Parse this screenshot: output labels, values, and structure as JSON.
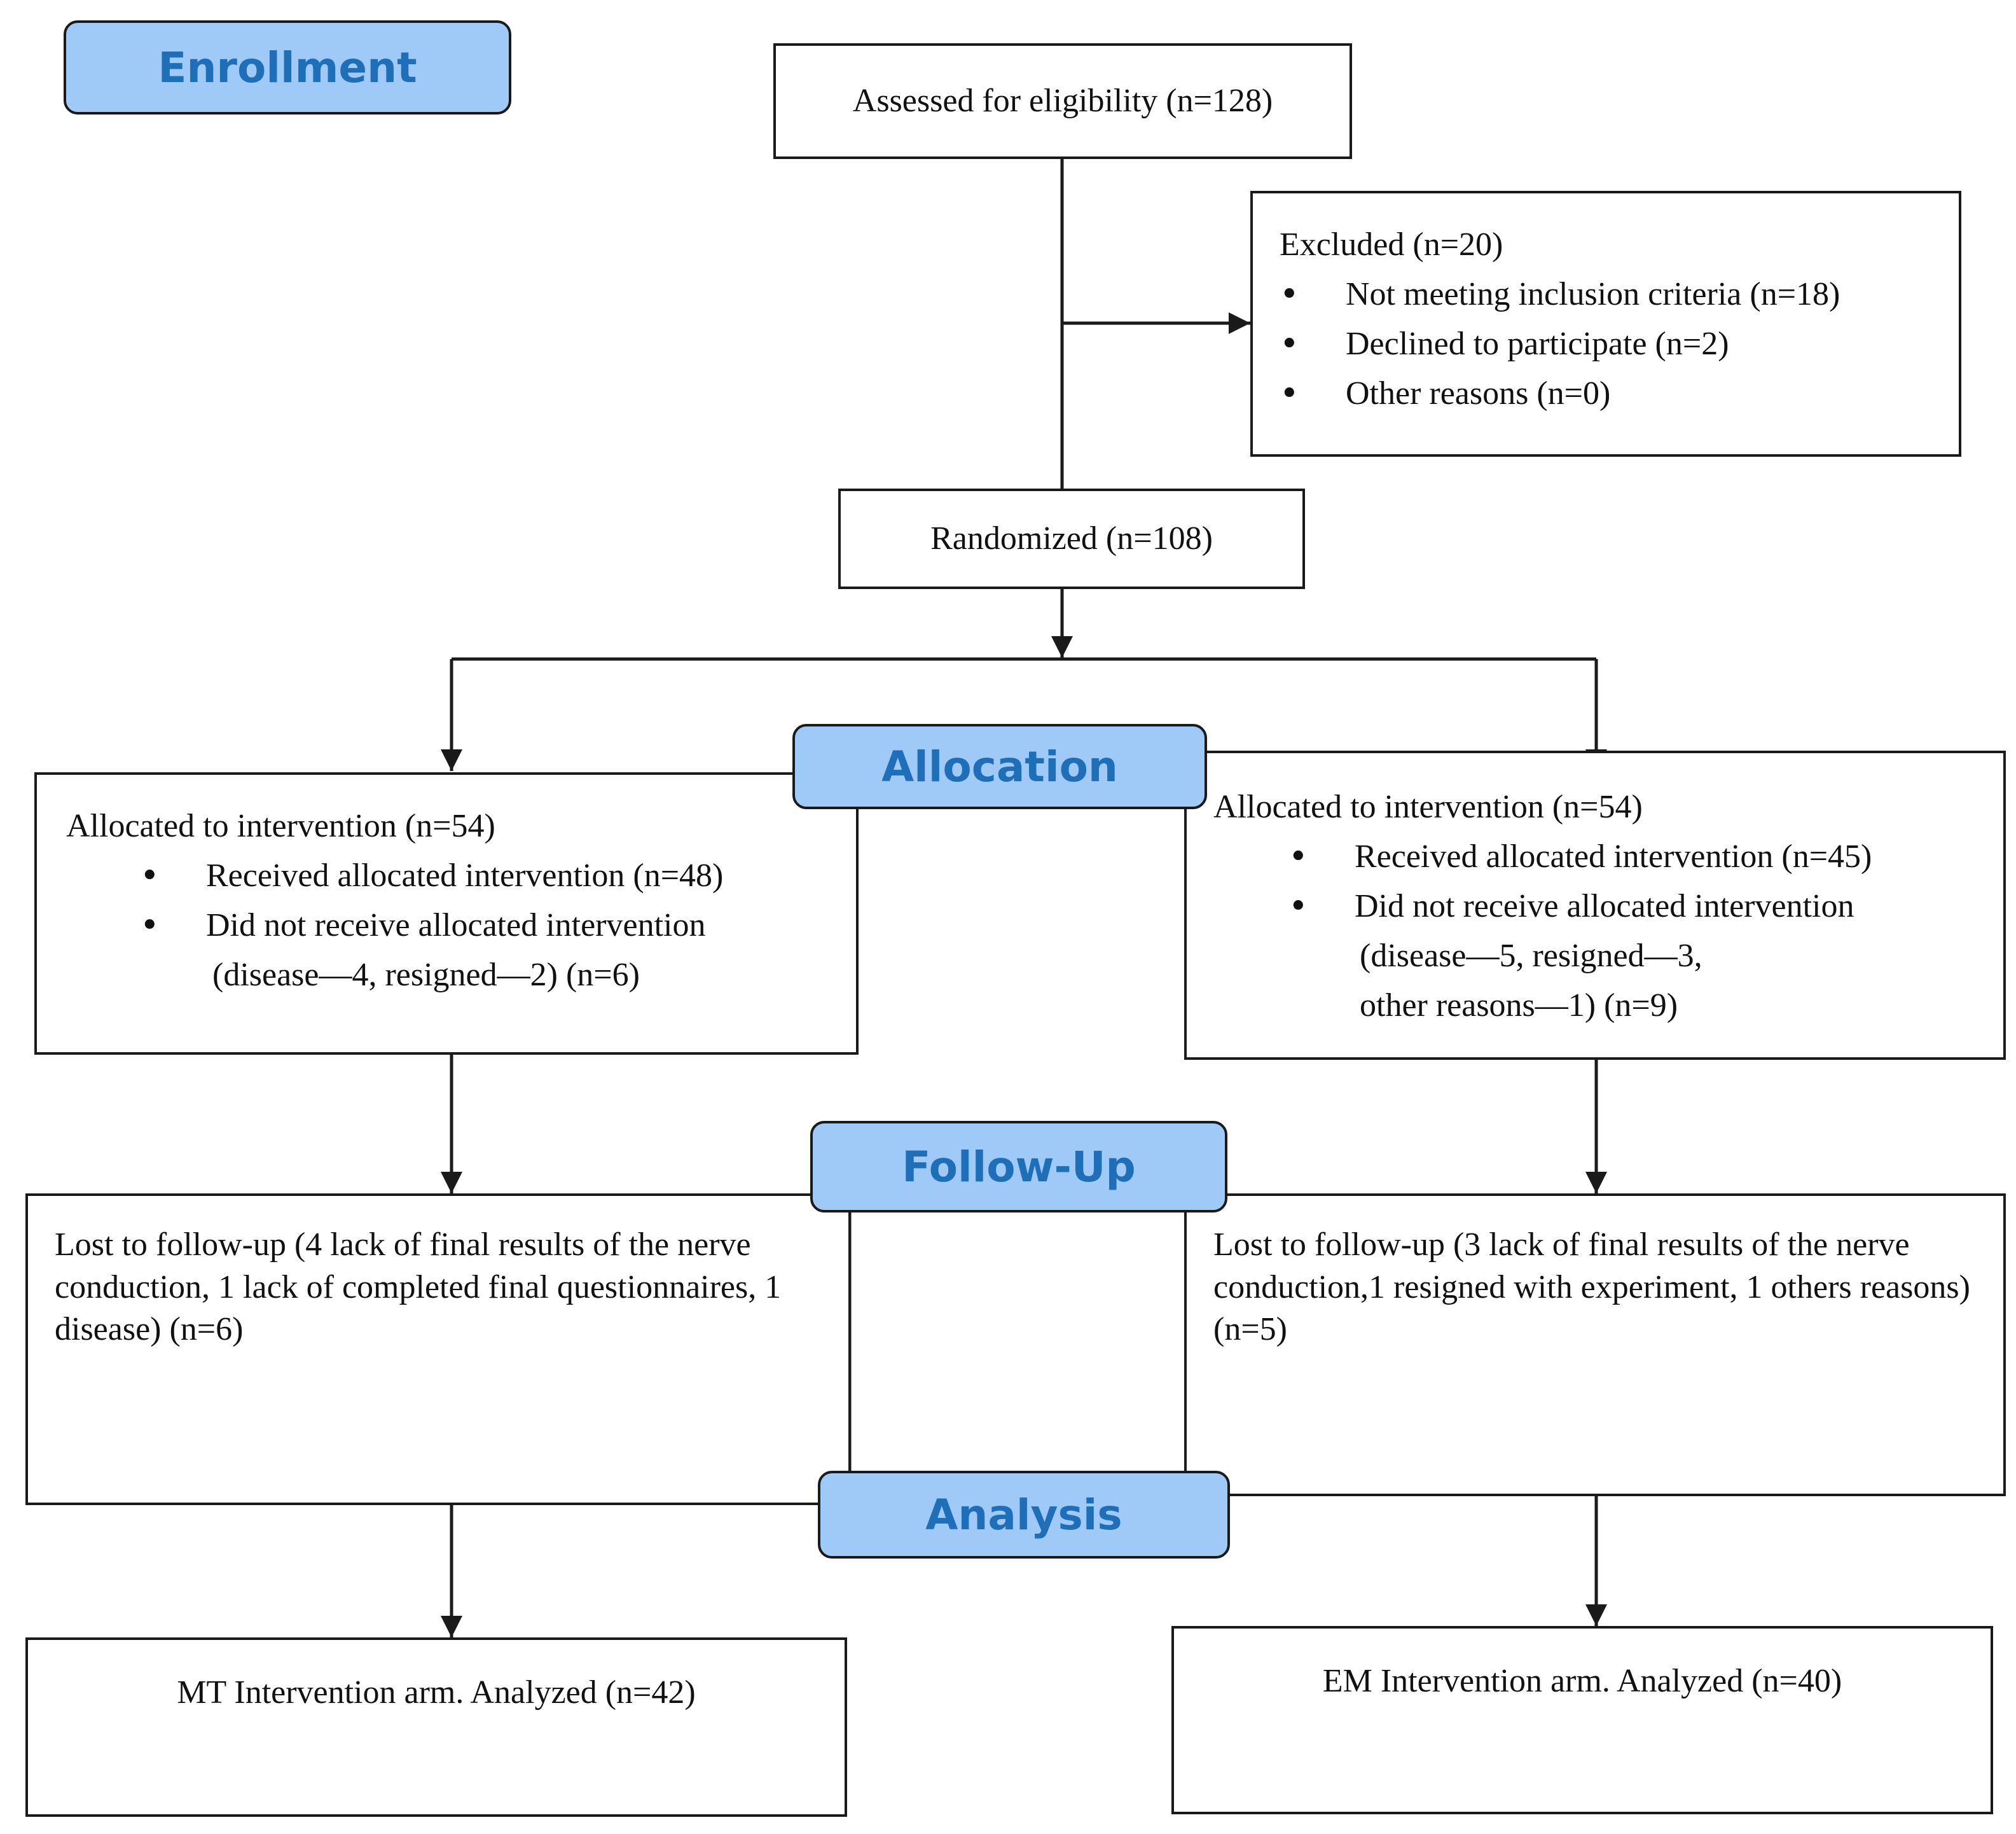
{
  "stages": {
    "enrollment": "Enrollment",
    "allocation": "Allocation",
    "follow_up": "Follow-Up",
    "analysis": "Analysis"
  },
  "assessed": "Assessed for eligibility (n=128)",
  "excluded": {
    "title": "Excluded  (n=20)",
    "items": [
      "Not meeting inclusion criteria (n=18)",
      "Declined to participate (n=2)",
      "Other reasons (n=0)"
    ]
  },
  "randomized": "Randomized (n=108)",
  "allocation_left": {
    "title": "Allocated to intervention (n=54)",
    "items": [
      "Received allocated intervention (n=48)",
      "Did not receive allocated intervention"
    ],
    "note": "(disease—4, resigned—2) (n=6)"
  },
  "allocation_right": {
    "title": "Allocated to intervention (n=54)",
    "items": [
      "Received allocated intervention (n=45)",
      "Did not receive allocated intervention"
    ],
    "note_line1": "(disease—5, resigned—3,",
    "note_line2": "other reasons—1) (n=9)"
  },
  "followup_left": "Lost to follow-up (4 lack of final results of the nerve conduction, 1 lack of completed final questionnaires, 1 disease) (n=6)",
  "followup_right": "Lost to follow-up (3 lack of final results of the nerve conduction,1 resigned with experiment, 1 others reasons) (n=5)",
  "analysis_left": "MT Intervention arm. Analyzed  (n=42)",
  "analysis_right": "EM Intervention arm. Analyzed  (n=40)"
}
